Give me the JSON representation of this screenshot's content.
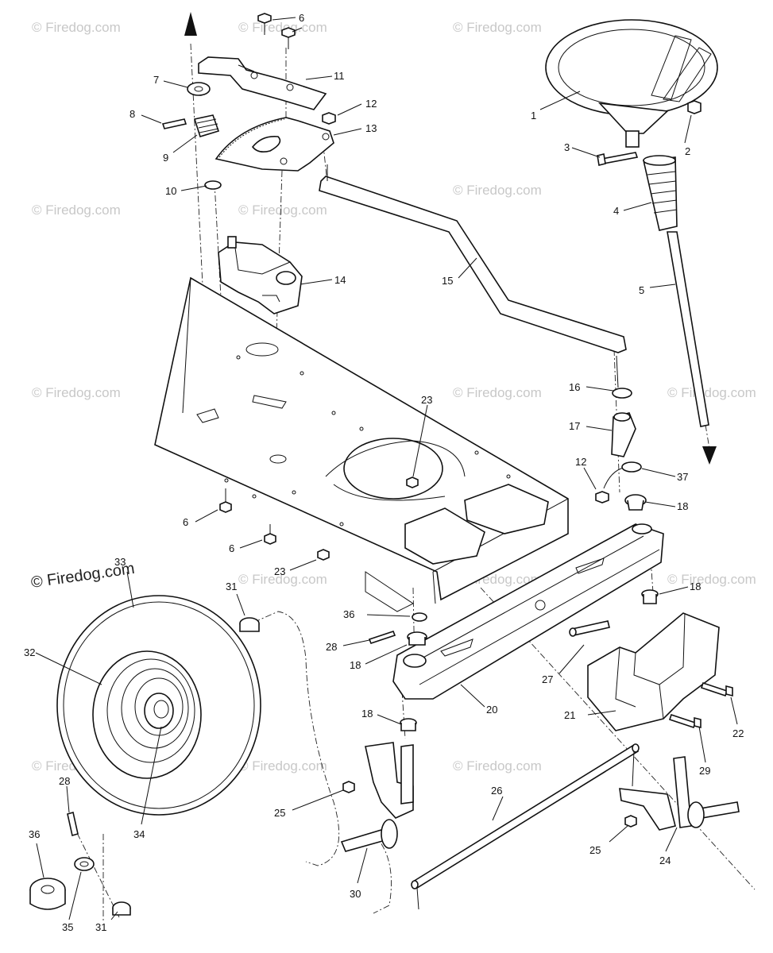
{
  "watermark": "© Firedog.com",
  "corner_watermark": "© Firedog.com",
  "labels": {
    "p1": "1",
    "p2": "2",
    "p3": "3",
    "p4": "4",
    "p5": "5",
    "p6a": "6",
    "p6b": "6",
    "p6c": "6",
    "p7": "7",
    "p8": "8",
    "p9": "9",
    "p10": "10",
    "p11": "11",
    "p12a": "12",
    "p12b": "12",
    "p13": "13",
    "p14": "14",
    "p15": "15",
    "p16": "16",
    "p17": "17",
    "p18a": "18",
    "p18b": "18",
    "p18c": "18",
    "p18d": "18",
    "p20": "20",
    "p21": "21",
    "p22": "22",
    "p23a": "23",
    "p23b": "23",
    "p24": "24",
    "p25a": "25",
    "p25b": "25",
    "p26": "26",
    "p27": "27",
    "p28a": "28",
    "p28b": "28",
    "p29": "29",
    "p30": "30",
    "p31a": "31",
    "p31b": "31",
    "p32": "32",
    "p33": "33",
    "p34": "34",
    "p35": "35",
    "p36a": "36",
    "p36b": "36",
    "p37": "37"
  }
}
